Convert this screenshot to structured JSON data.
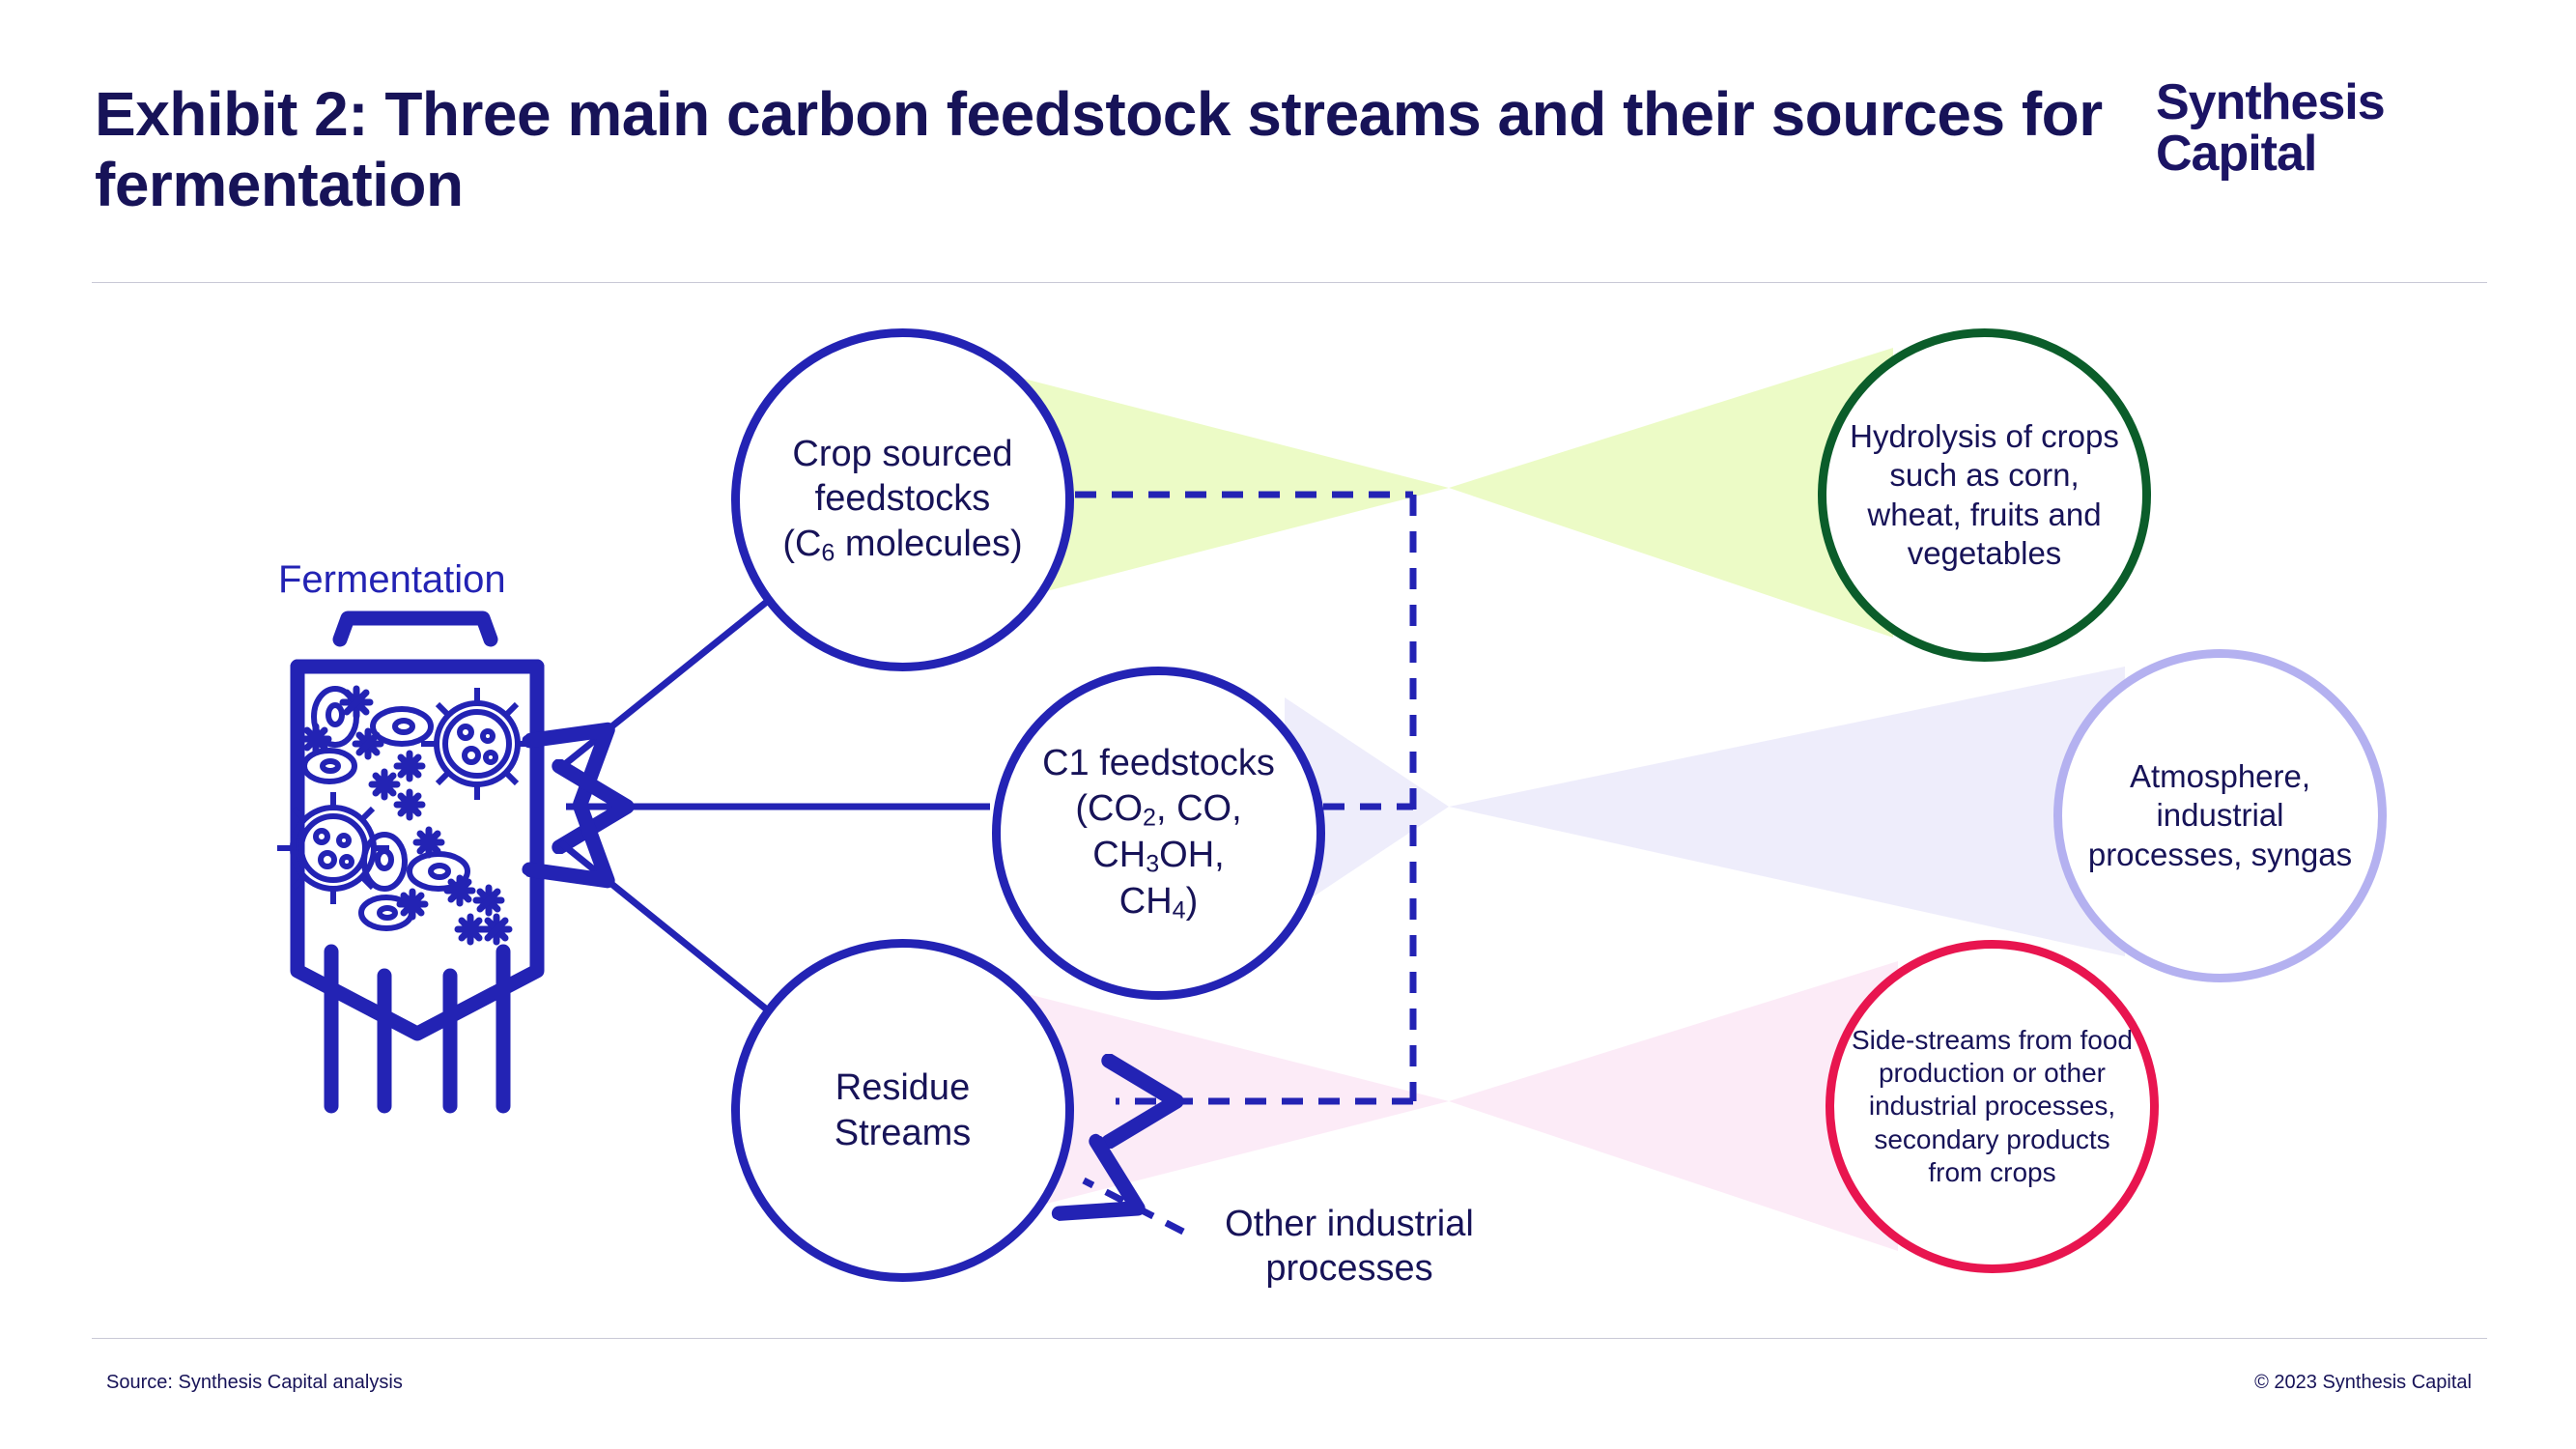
{
  "header": {
    "title": "Exhibit 2: Three main carbon feedstock streams and their sources for fermentation",
    "logo_line1": "Synthesis",
    "logo_line2": "Capital"
  },
  "footer": {
    "source": "Source: Synthesis Capital analysis",
    "copyright": "© 2023 Synthesis Capital"
  },
  "diagram": {
    "process_label": "Fermentation",
    "feedstocks": [
      {
        "id": "crop-sourced-feedstocks",
        "line1": "Crop sourced",
        "line2": "feedstocks",
        "line3_prefix": "(C",
        "line3_sub": "6",
        "line3_suffix": " molecules)",
        "border_color": "#2323b4"
      },
      {
        "id": "c1-feedstocks",
        "line1": "C1 feedstocks",
        "line2_a": "(CO",
        "line2_a_sub": "2",
        "line2_b": ", CO, CH",
        "line2_b_sub": "3",
        "line2_c": "OH,",
        "line3_a": "CH",
        "line3_a_sub": "4",
        "line3_b": ")",
        "border_color": "#2323b4"
      },
      {
        "id": "residue-streams",
        "line1": "Residue",
        "line2": "Streams",
        "border_color": "#2323b4"
      }
    ],
    "sources": [
      {
        "id": "hydrolysis-of-crops",
        "text": "Hydrolysis of crops such as corn, wheat, fruits and vegetables",
        "border_color": "#0b5d2a",
        "stream_color": "#ecfbc6"
      },
      {
        "id": "atmosphere-industrial-syngas",
        "text": "Atmosphere, industrial processes, syngas",
        "border_color": "#b4b1f0",
        "stream_color": "#eeedfb"
      },
      {
        "id": "side-streams-food-production",
        "text": "Side-streams from food production or other industrial processes, secondary products from crops",
        "border_color": "#e8154f",
        "stream_color": "#fcebf7"
      }
    ],
    "annotation": {
      "id": "other-industrial-processes",
      "line1": "Other industrial",
      "line2": "processes"
    },
    "colors": {
      "primary_blue": "#2323b4",
      "ink": "#171358",
      "green": "#0b5d2a",
      "lavender": "#b4b1f0",
      "crimson": "#e8154f"
    }
  }
}
